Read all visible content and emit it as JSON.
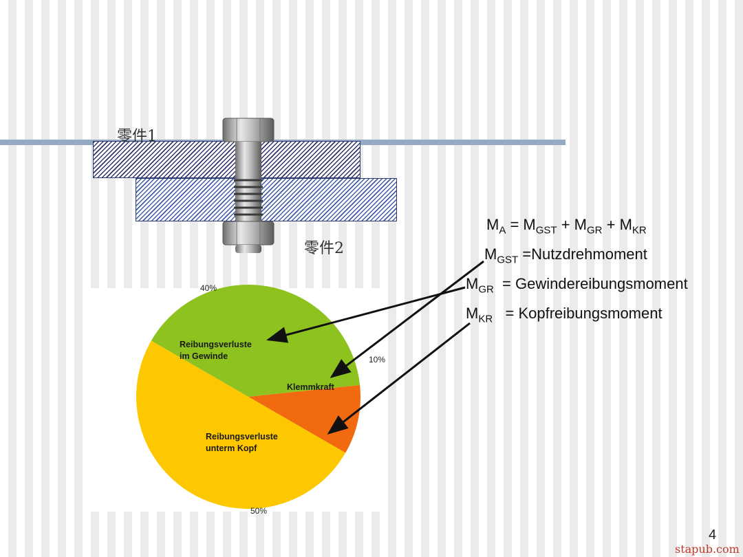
{
  "parts": {
    "part1_label": "零件1",
    "part2_label": "零件2"
  },
  "formulas": {
    "main": {
      "m": "M",
      "a": "A",
      "eq": " = M",
      "gst": "GST",
      "plus1": " + M",
      "gr": "GR",
      "plus2": " + M",
      "kr": "KR"
    },
    "gst_line": {
      "m": "M",
      "sub": "GST",
      "text": " =Nutzdrehmoment"
    },
    "gr_line": {
      "m": "M",
      "sub": "GR",
      "text": "  = Gewindereibungsmoment"
    },
    "kr_line": {
      "m": "M",
      "sub": "KR",
      "text": "   = Kopfreibungsmoment"
    }
  },
  "chart_data": {
    "type": "pie",
    "slices": [
      {
        "label_lines": [
          "Reibungsverluste",
          "im Gewinde"
        ],
        "value": 40,
        "percent_label": "40%",
        "color": "#8dc21f"
      },
      {
        "label_lines": [
          "Klemmkraft"
        ],
        "value": 10,
        "percent_label": "10%",
        "color": "#f26a0f"
      },
      {
        "label_lines": [
          "Reibungsverluste",
          "unterm Kopf"
        ],
        "value": 50,
        "percent_label": "50%",
        "color": "#fdc800"
      }
    ]
  },
  "footer": {
    "page_number": "4",
    "watermark": "stapub.com"
  }
}
